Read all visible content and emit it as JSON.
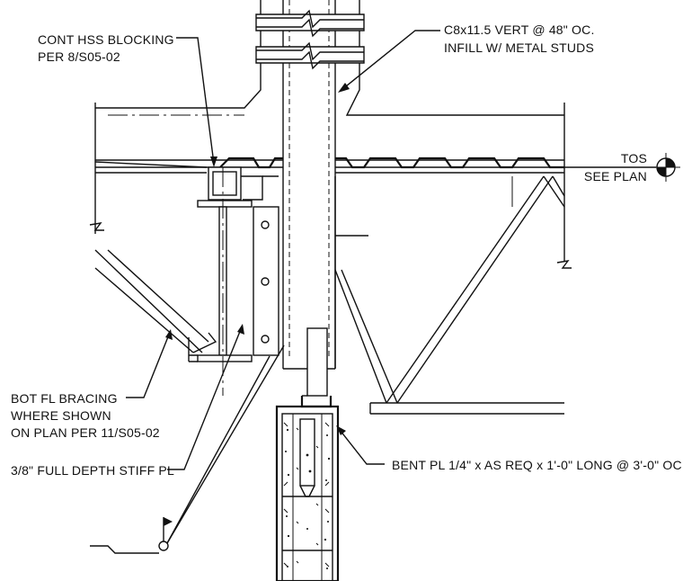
{
  "notes": {
    "cont_hss_line1": "CONT HSS BLOCKING",
    "cont_hss_line2": "PER 8/S05-02",
    "c8_line1": "C8x11.5 VERT @ 48\" OC.",
    "c8_line2": "INFILL W/ METAL STUDS",
    "tos_line1": "TOS",
    "tos_line2": "SEE PLAN",
    "bot_fl_line1": "BOT FL BRACING",
    "bot_fl_line2": "WHERE SHOWN",
    "bot_fl_line3": "ON PLAN PER 11/S05-02",
    "stiff_pl": "3/8\" FULL DEPTH STIFF PL",
    "bent_pl": "BENT PL 1/4\" x AS REQ x 1'-0\" LONG @ 3'-0\" OC"
  },
  "colors": {
    "ink": "#111111",
    "paper": "#ffffff"
  }
}
